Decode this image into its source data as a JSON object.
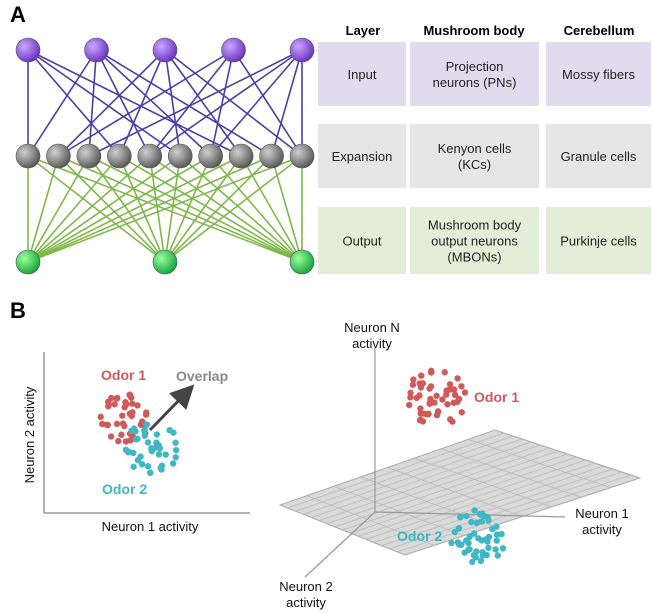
{
  "panels": {
    "a": "A",
    "b": "B"
  },
  "network": {
    "layers": [
      {
        "name": "input",
        "count": 5,
        "color": "#8a4fd6"
      },
      {
        "name": "expansion",
        "count": 10,
        "color": "#7a7a7a"
      },
      {
        "name": "output",
        "count": 3,
        "color": "#2ec24f"
      }
    ],
    "connection_colors": {
      "input_to_expansion": "#4a3fa6",
      "expansion_to_output": "#7fb84a"
    }
  },
  "table": {
    "headers": [
      "Layer",
      "Mushroom body",
      "Cerebellum"
    ],
    "rows": [
      {
        "cells": [
          [
            "Input"
          ],
          [
            "Projection",
            "neurons (PNs)"
          ],
          [
            "Mossy fibers"
          ]
        ],
        "color": "#e0dcee"
      },
      {
        "cells": [
          [
            "Expansion"
          ],
          [
            "Kenyon cells",
            "(KCs)"
          ],
          [
            "Granule cells"
          ]
        ],
        "color": "#e6e6e6"
      },
      {
        "cells": [
          [
            "Output"
          ],
          [
            "Mushroom body",
            "output neurons",
            "(MBONs)"
          ],
          [
            "Purkinje cells"
          ]
        ],
        "color": "#e3edd8"
      }
    ]
  },
  "plot2d": {
    "ylabel": "Neuron 2 activity",
    "xlabel": "Neuron 1 activity",
    "odor1_label": "Odor 1",
    "odor2_label": "Odor 2",
    "overlap_label": "Overlap"
  },
  "plot3d": {
    "axis_n_label": [
      "Neuron N",
      "activity"
    ],
    "axis_1_label": [
      "Neuron 1",
      "activity"
    ],
    "axis_2_label": [
      "Neuron 2",
      "activity"
    ],
    "odor1_label": "Odor 1",
    "odor2_label": "Odor 2"
  },
  "colors": {
    "odor1": "#d05a5a",
    "odor2": "#3fb7c4",
    "overlap": "#888888",
    "plane": "#d9d9d9"
  }
}
